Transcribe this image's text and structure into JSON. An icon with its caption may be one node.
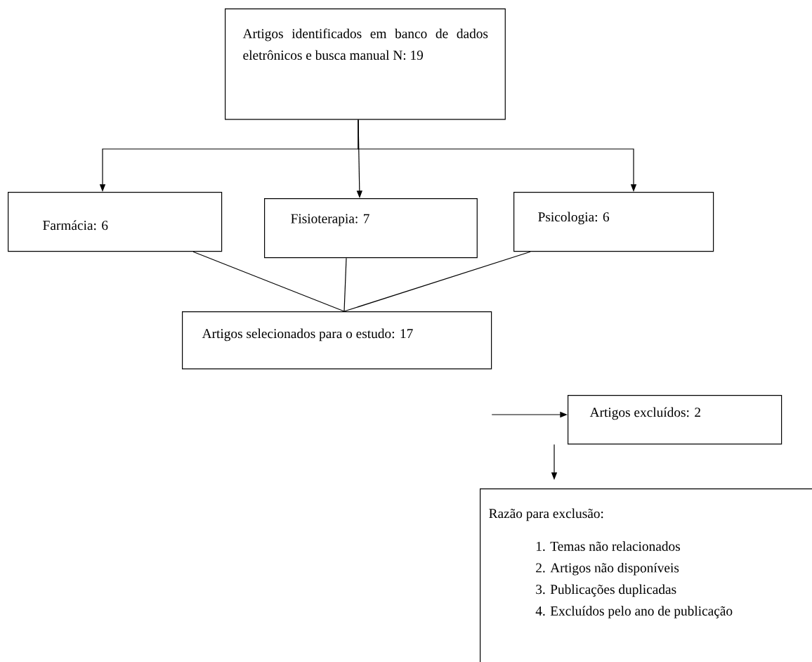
{
  "diagram": {
    "nodes": [
      {
        "text": [
          "Artigos identificados em banco de dados eletrônicos e busca manual N: 19"
        ]
      },
      {
        "text": [
          "Farmácia: 6"
        ]
      },
      {
        "text": [
          "Fisioterapia: 7"
        ]
      },
      {
        "text": [
          "Psicologia: 6"
        ]
      },
      {
        "text": [
          "Artigos selecionados para o estudo: 17"
        ]
      },
      {
        "text": [
          "Artigos excluídos: 2"
        ]
      },
      {
        "text": [
          "Razão para exclusão:",
          "1. Temas não relacionados",
          "2. Artigos não disponíveis",
          "3. Publicações duplicadas",
          "4. Excluídos pelo ano de publicação"
        ]
      }
    ],
    "edges": [
      {
        "from": 0,
        "to": 1,
        "arrow": "to"
      },
      {
        "from": 0,
        "to": 2,
        "arrow": "to"
      },
      {
        "from": 0,
        "to": 3,
        "arrow": "to"
      },
      {
        "from": 1,
        "to": 4,
        "arrow": "none"
      },
      {
        "from": 2,
        "to": 4,
        "arrow": "none"
      },
      {
        "from": 3,
        "to": 4,
        "arrow": "none"
      },
      {
        "from": 4,
        "to": 5,
        "arrow": "to"
      },
      {
        "from": 5,
        "to": 6,
        "arrow": "to"
      }
    ]
  }
}
